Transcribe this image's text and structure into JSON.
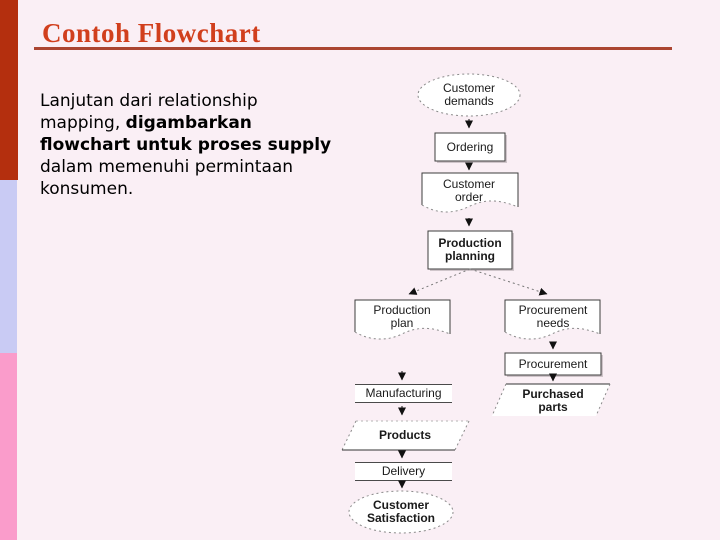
{
  "slide": {
    "title": "Contoh Flowchart",
    "background_color": "#faeff5",
    "accent_colors": {
      "title_red": "#d13f1d",
      "underline_red": "#ab4531",
      "left_bar_red": "#b42f0e",
      "left_bar_lavender": "#c9cbf4",
      "left_bar_pink": "#fa9ccb"
    }
  },
  "intro": {
    "line1": "Lanjutan dari relationship",
    "line2_normal": "mapping, ",
    "line2_bold": "digambarkan",
    "line3_bold": "flowchart untuk proses supply",
    "line4": "dalam memenuhi permintaan",
    "line5": "konsumen."
  },
  "flowchart": {
    "nodes": {
      "customer_demands": "Customer demands",
      "ordering": "Ordering",
      "customer_order": "Customer order",
      "production_planning": "Production planning",
      "production_plan": "Production plan",
      "procurement_needs": "Procurement needs",
      "procurement": "Procurement",
      "purchased_parts": "Purchased parts",
      "manufacturing": "Manufacturing",
      "products": "Products",
      "delivery": "Delivery",
      "customer_satisfaction": "Customer Satisfaction"
    },
    "node_shapes": {
      "customer_demands": "dotted-ellipse",
      "ordering": "process-rect",
      "customer_order": "document",
      "production_planning": "process-rect",
      "production_plan": "document",
      "procurement_needs": "document",
      "procurement": "process-rect",
      "purchased_parts": "dashed-parallelogram",
      "manufacturing": "process-rect",
      "products": "dashed-parallelogram",
      "delivery": "process-rect",
      "customer_satisfaction": "dotted-ellipse"
    },
    "edges": [
      {
        "from": "customer_demands",
        "to": "ordering",
        "style": "solid"
      },
      {
        "from": "ordering",
        "to": "customer_order",
        "style": "solid"
      },
      {
        "from": "customer_order",
        "to": "production_planning",
        "style": "solid"
      },
      {
        "from": "production_planning",
        "to": "production_plan",
        "style": "dotted"
      },
      {
        "from": "production_planning",
        "to": "procurement_needs",
        "style": "dotted"
      },
      {
        "from": "procurement_needs",
        "to": "procurement",
        "style": "solid"
      },
      {
        "from": "procurement",
        "to": "purchased_parts",
        "style": "solid"
      },
      {
        "from": "production_plan",
        "to": "manufacturing",
        "style": "solid"
      },
      {
        "from": "manufacturing",
        "to": "products",
        "style": "solid"
      },
      {
        "from": "products",
        "to": "delivery",
        "style": "solid"
      },
      {
        "from": "delivery",
        "to": "customer_satisfaction",
        "style": "solid"
      }
    ]
  }
}
